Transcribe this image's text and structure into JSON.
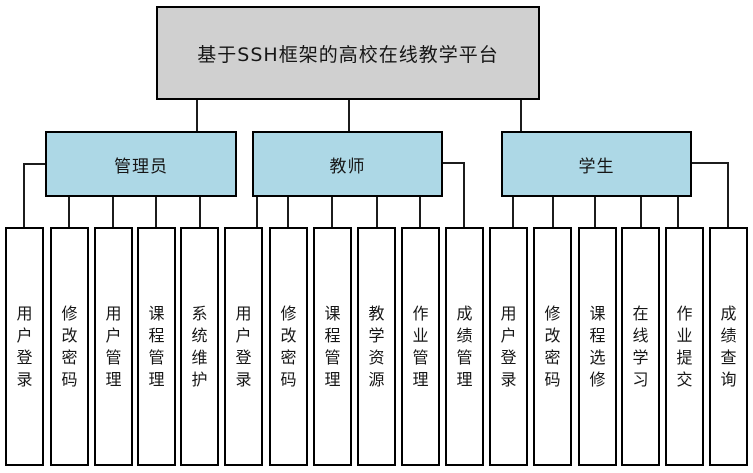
{
  "diagram": {
    "title": "基于SSH框架的高校在线教学平台",
    "groups": [
      {
        "label": "管理员",
        "children": [
          "用户登录",
          "修改密码",
          "用户管理",
          "课程管理",
          "系统维护"
        ]
      },
      {
        "label": "教师",
        "children": [
          "用户登录",
          "修改密码",
          "课程管理",
          "教学资源",
          "作业管理",
          "成绩管理"
        ]
      },
      {
        "label": "学生",
        "children": [
          "用户登录",
          "修改密码",
          "课程选修",
          "在线学习",
          "作业提交",
          "成绩查询"
        ]
      }
    ],
    "colors": {
      "root_fill": "#d0d0d0",
      "group_fill": "#add8e6",
      "leaf_fill": "#ffffff",
      "border": "#000000",
      "connector": "#1c1c1c"
    }
  }
}
